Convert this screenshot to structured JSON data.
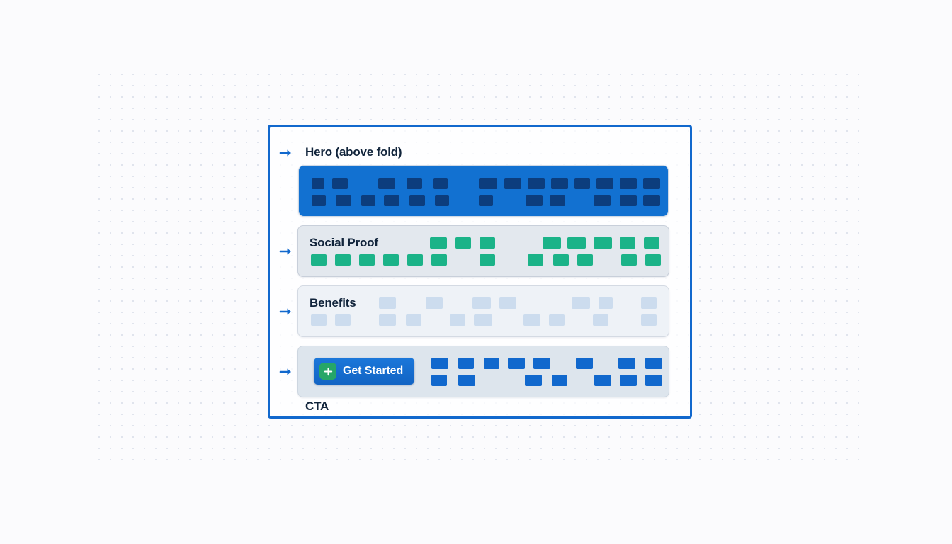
{
  "canvas": {
    "background_color": "#fbfbfd",
    "dot_grid_color": "#dfe3ec"
  },
  "frame": {
    "border_color": "#1168cd",
    "name": "landing-page-wireframe"
  },
  "sections": [
    {
      "id": "hero",
      "label": "Hero (above fold)",
      "label_position": "above-band",
      "arrow_icon": "arrow-right-icon",
      "band_color": "#1271d1",
      "block_color": "#0c3d7d",
      "rows": [
        [
          [
            18,
            18
          ],
          [
            47,
            22
          ],
          [
            112,
            24
          ],
          [
            152,
            22
          ],
          [
            190,
            20
          ]
        ],
        [
          [
            18,
            20
          ],
          [
            52,
            22
          ],
          [
            88,
            20
          ],
          [
            120,
            22
          ],
          [
            156,
            22
          ],
          [
            192,
            20
          ]
        ]
      ]
    },
    {
      "id": "social-proof",
      "label": "Social Proof",
      "label_position": "inside-band",
      "arrow_icon": "arrow-right-icon",
      "band_color": "#e3e8ee",
      "block_color": "#1bb388",
      "rows": [
        [
          [
            186,
            24
          ],
          [
            222,
            22
          ],
          [
            256,
            22
          ],
          [
            345,
            26
          ],
          [
            380,
            26
          ],
          [
            417,
            26
          ],
          [
            454,
            22
          ],
          [
            488,
            22
          ]
        ],
        [
          [
            18,
            22
          ],
          [
            52,
            22
          ],
          [
            86,
            22
          ],
          [
            120,
            22
          ],
          [
            154,
            22
          ],
          [
            188,
            22
          ],
          [
            256,
            22
          ],
          [
            324,
            22
          ],
          [
            360,
            22
          ],
          [
            394,
            22
          ],
          [
            456,
            22
          ],
          [
            490,
            22
          ]
        ]
      ]
    },
    {
      "id": "benefits",
      "label": "Benefits",
      "label_position": "inside-band",
      "arrow_icon": "arrow-right-icon",
      "band_color": "#eef2f7",
      "block_color": "#ccdcee",
      "rows": [
        [
          [
            114,
            24
          ],
          [
            180,
            24
          ],
          [
            246,
            26
          ],
          [
            284,
            24
          ],
          [
            386,
            26
          ],
          [
            424,
            20
          ],
          [
            484,
            22
          ]
        ],
        [
          [
            18,
            22
          ],
          [
            52,
            22
          ],
          [
            114,
            24
          ],
          [
            152,
            22
          ],
          [
            214,
            22
          ],
          [
            248,
            26
          ],
          [
            318,
            24
          ],
          [
            354,
            22
          ],
          [
            416,
            22
          ],
          [
            484,
            22
          ]
        ]
      ]
    },
    {
      "id": "cta",
      "label": "CTA",
      "label_position": "below-band",
      "arrow_icon": "arrow-right-icon",
      "band_color": "#dde5ed",
      "block_color": "#1168cd",
      "button": {
        "label": "Get Started",
        "icon": "plus-icon",
        "icon_badge_color": "#26a668",
        "background_color": "#1b77da"
      },
      "rows": [
        [
          [
            188,
            24
          ],
          [
            226,
            22
          ],
          [
            262,
            22
          ],
          [
            296,
            24
          ],
          [
            332,
            24
          ],
          [
            392,
            24
          ],
          [
            452,
            24
          ],
          [
            490,
            24
          ]
        ],
        [
          [
            188,
            22
          ],
          [
            226,
            24
          ],
          [
            320,
            24
          ],
          [
            358,
            22
          ],
          [
            418,
            24
          ],
          [
            454,
            24
          ],
          [
            490,
            24
          ]
        ]
      ]
    }
  ]
}
